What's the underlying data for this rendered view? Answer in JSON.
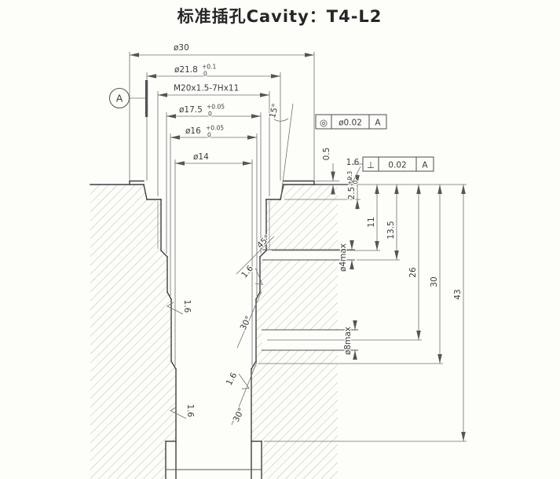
{
  "title": "标准插孔Cavity：T4-L2",
  "datum": {
    "label": "A"
  },
  "frames": {
    "concentricity": {
      "symbol": "◎",
      "tolerance": "ø0.02",
      "datum": "A"
    },
    "perpendicularity": {
      "symbol": "⊥",
      "tolerance": "0.02",
      "datum": "A"
    }
  },
  "dims": {
    "d30": "ø30",
    "d218": {
      "base": "ø21.8",
      "upper": "+0.1",
      "lower": "0"
    },
    "thread": "M20x1.5-7Hx11",
    "d175": {
      "base": "ø17.5",
      "upper": "+0.05",
      "lower": "0"
    },
    "d16": {
      "base": "ø16",
      "upper": "+0.05",
      "lower": "0"
    },
    "d14": "ø14",
    "a15": "15°",
    "d05": "0.5",
    "d25": {
      "base": "2.5",
      "upper": "+0.3",
      "lower": "0"
    },
    "d11": "11",
    "d135": "13.5",
    "d26": "26",
    "d30depth": "30",
    "d43": "43",
    "d4max": "ø4max",
    "d8max": "ø8max",
    "a45": "45°",
    "a30_upper": "30°",
    "a30_lower": "30°"
  },
  "roughness": {
    "value": "1.6"
  },
  "colors": {
    "ink": "#3a3a3a",
    "paper": "#fdfdfa"
  }
}
